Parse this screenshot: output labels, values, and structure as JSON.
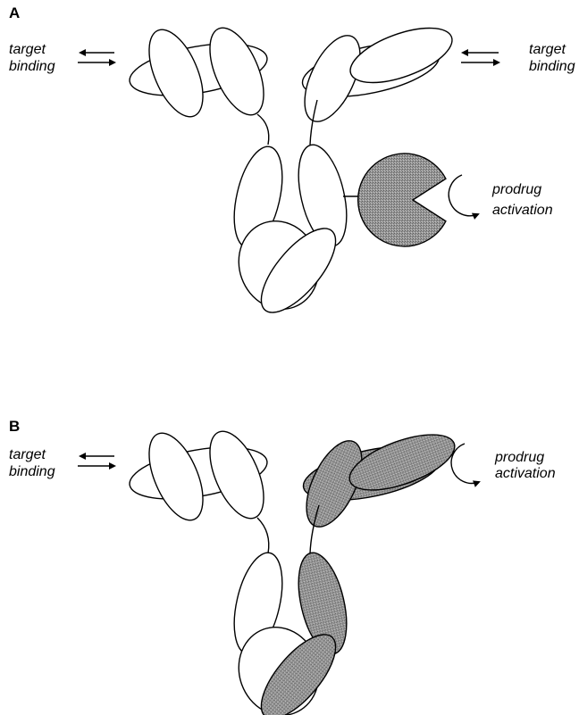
{
  "panel_a": {
    "letter": "A",
    "left_label": [
      "target",
      "binding"
    ],
    "right_label": [
      "target",
      "binding"
    ],
    "prodrug_label": [
      "prodrug",
      "activation"
    ]
  },
  "panel_b": {
    "letter": "B",
    "left_label": [
      "target",
      "binding"
    ],
    "prodrug_label": [
      "prodrug",
      "activation"
    ]
  },
  "colors": {
    "enzyme_fill": "#8f8f8f",
    "outline": "#000000",
    "domain_fill": "#ffffff"
  }
}
